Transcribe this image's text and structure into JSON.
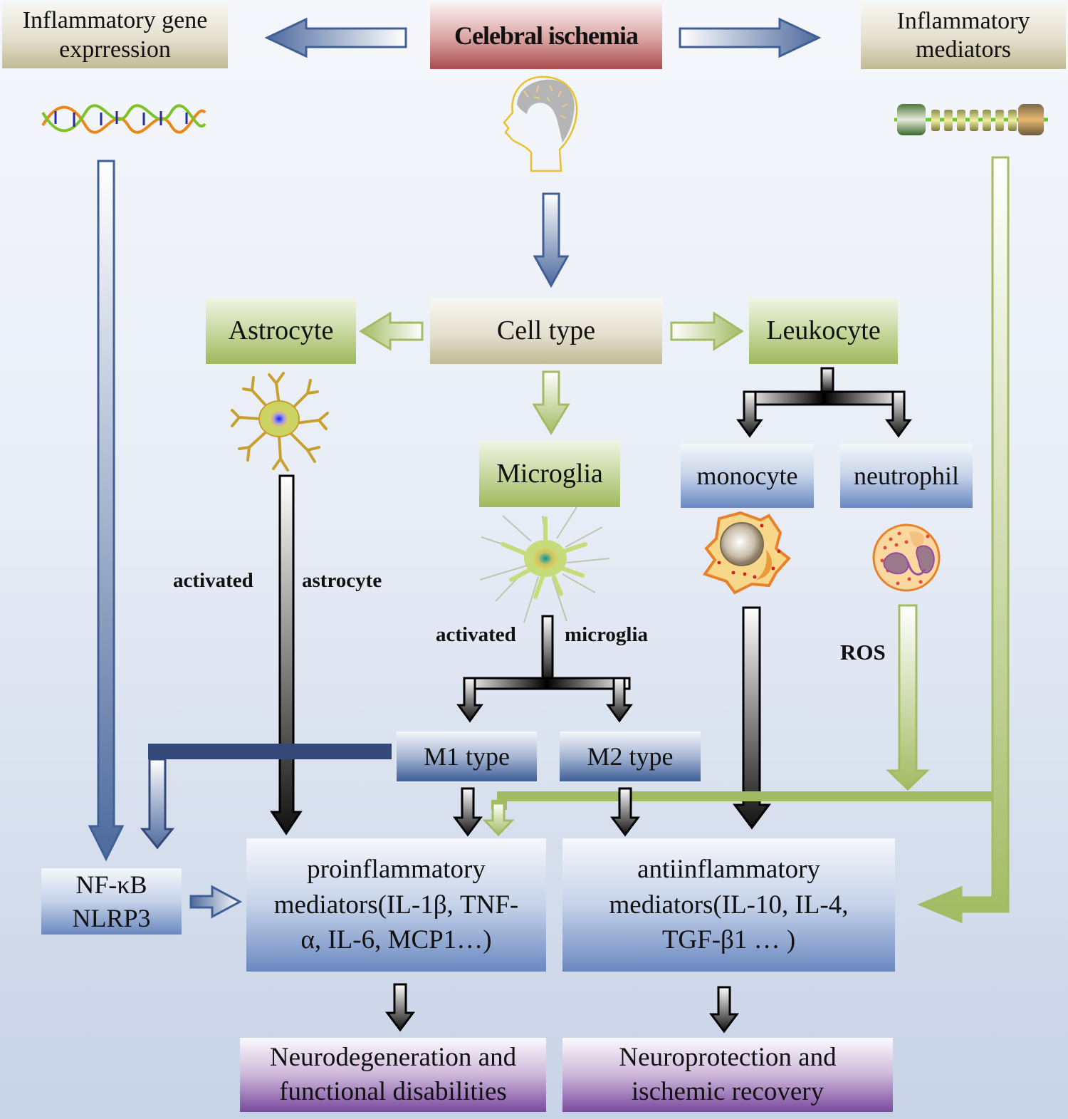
{
  "diagram": {
    "title_node": "Celebral ischemia",
    "nodes": {
      "gene_expression": "Inflammatory gene exprression",
      "gene_expression_lines": [
        "Inflammatory gene",
        "exprression"
      ],
      "mediators_lines": [
        "Inflammatory",
        "mediators"
      ],
      "cell_type": "Cell type",
      "astrocyte": "Astrocyte",
      "leukocyte": "Leukocyte",
      "microglia": "Microglia",
      "monocyte": "monocyte",
      "neutrophil": "neutrophil",
      "m1": "M1 type",
      "m2": "M2 type",
      "nfkb_lines": [
        "NF-κB",
        "NLRP3"
      ],
      "proinflammatory_lines": [
        "proinflammatory",
        "mediators(IL-1β, TNF-",
        "α, IL-6, MCP1…)"
      ],
      "antiinflammatory_lines": [
        "antiinflammatory",
        "mediators(IL-10,  IL-4,",
        "TGF-β1 … )"
      ],
      "neurodegeneration_lines": [
        "Neurodegeneration and",
        "functional disabilities"
      ],
      "neuroprotection_lines": [
        "Neuroprotection and",
        "ischemic recovery"
      ]
    },
    "edge_labels": {
      "activated_astrocyte_left": "activated",
      "activated_astrocyte_right": "astrocyte",
      "activated_microglia_left": "activated",
      "activated_microglia_right": "microglia",
      "ros": "ROS"
    },
    "icons": [
      "dna-icon",
      "brain-head-icon",
      "cytokine-chain-icon",
      "astrocyte-cell-icon",
      "microglia-cell-icon",
      "monocyte-cell-icon",
      "neutrophil-cell-icon"
    ],
    "colors": {
      "blue_arrow": "#3f5f96",
      "green_arrow": "#9fb85c",
      "black_arrow": "#111111",
      "navy_connector": "#34497a"
    }
  }
}
